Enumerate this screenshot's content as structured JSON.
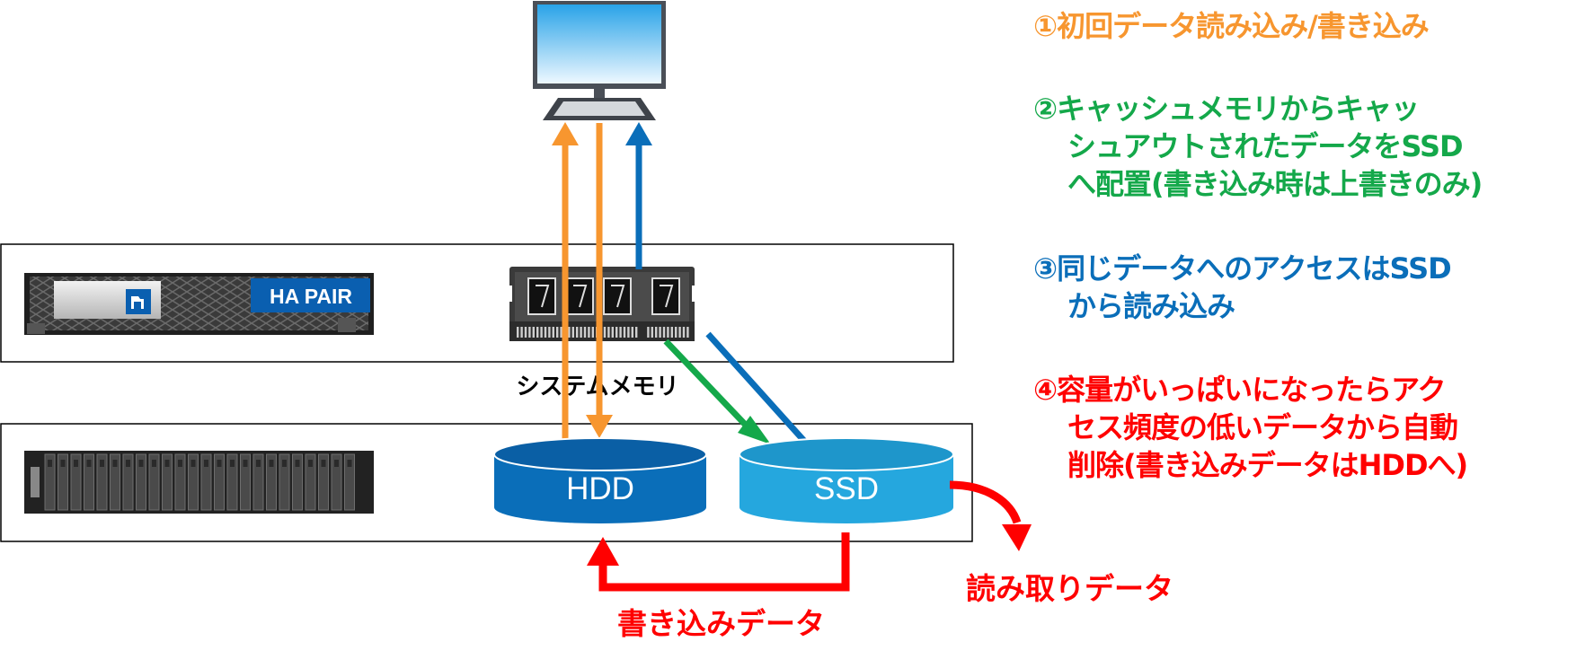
{
  "colors": {
    "orange": "#F7962F",
    "green": "#14A84A",
    "blue": "#0A6EB9",
    "red": "#FF0000",
    "hdd": "#0A6EB9",
    "ssd": "#25A7DE"
  },
  "icons": {
    "client": "desktop-monitor-icon",
    "controller": "storage-controller-icon",
    "shelf": "disk-shelf-icon",
    "memory": "ram-module-icon"
  },
  "controller": {
    "badge": "HA PAIR"
  },
  "memory": {
    "label": "システムメモリ"
  },
  "hdd": {
    "label": "HDD"
  },
  "ssd": {
    "label": "SSD"
  },
  "write_data_label": "書き込みデータ",
  "read_data_label": "読み取りデータ",
  "legend": {
    "item1": {
      "lines": [
        "①初回データ読み込み/書き込み"
      ]
    },
    "item2": {
      "lines": [
        "②キャッシュメモリからキャッ",
        "シュアウトされたデータをSSD",
        "へ配置(書き込み時は上書きのみ)"
      ]
    },
    "item3": {
      "lines": [
        "③同じデータへのアクセスはSSD",
        "から読み込み"
      ]
    },
    "item4": {
      "lines": [
        "④容量がいっぱいになったらアク",
        "セス頻度の低いデータから自動",
        "削除(書き込みデータはHDDへ)"
      ]
    }
  }
}
